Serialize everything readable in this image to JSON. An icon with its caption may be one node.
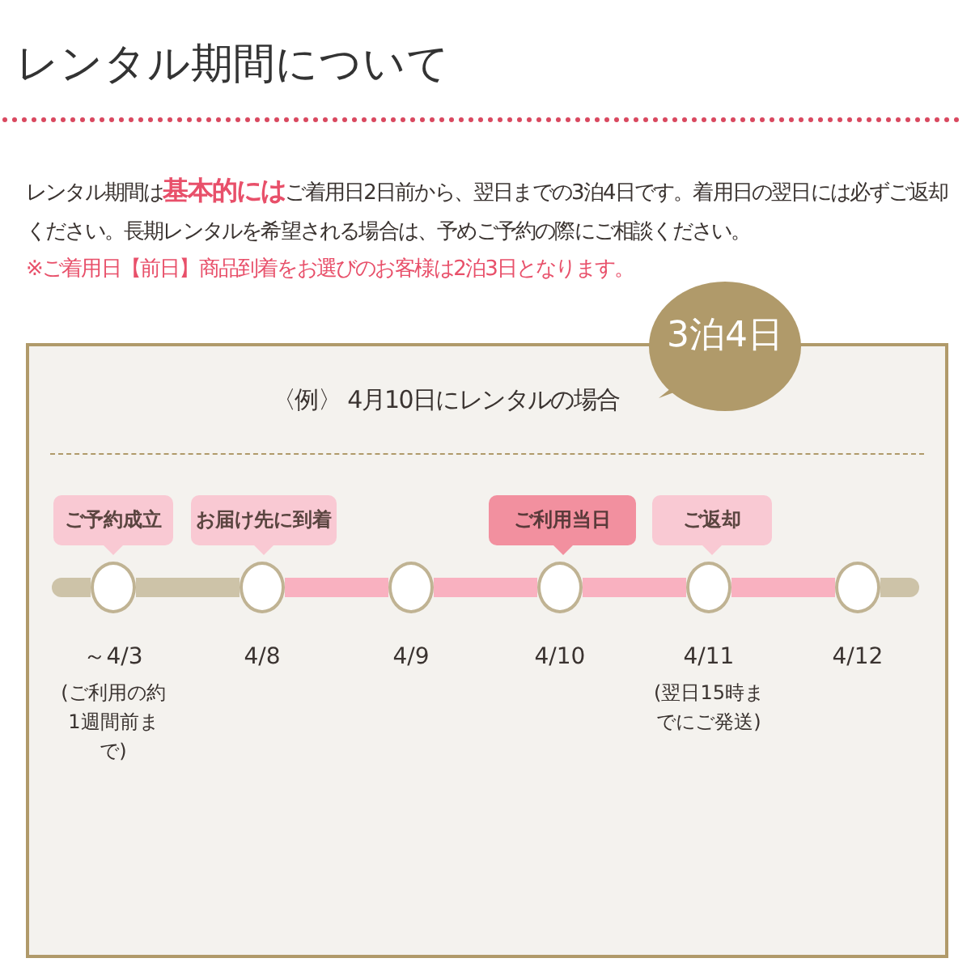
{
  "diagram": {
    "title": "レンタル期間について",
    "nodes": [
      {
        "text": [
          "〈例〉 4月10日にレンタルの場合"
        ]
      },
      {
        "text": [
          "3泊4日"
        ]
      },
      {
        "text": [
          "ご予約成立"
        ],
        "in": 0
      },
      {
        "text": [
          "お届け先に到着"
        ],
        "in": 0
      },
      {
        "text": [
          "ご利用当日"
        ],
        "in": 0
      },
      {
        "text": [
          "ご返却"
        ],
        "in": 0
      },
      {
        "text": [],
        "shape": "circle",
        "in": 0,
        "beside": [
          "～4/3",
          "(ご利用の約1週間前まで)"
        ]
      },
      {
        "text": [],
        "shape": "circle",
        "in": 0,
        "beside": [
          "4/8"
        ]
      },
      {
        "text": [],
        "shape": "circle",
        "in": 0,
        "beside": [
          "4/9"
        ]
      },
      {
        "text": [],
        "shape": "circle",
        "in": 0,
        "beside": [
          "4/10"
        ]
      },
      {
        "text": [],
        "shape": "circle",
        "in": 0,
        "beside": [
          "4/11",
          "(翌日15時までにご発送)"
        ]
      },
      {
        "text": [],
        "shape": "circle",
        "in": 0,
        "beside": [
          "4/12"
        ]
      }
    ],
    "edges": [
      {
        "from": 6,
        "to": 7,
        "arrow": "none",
        "color": "#cdc3a8"
      },
      {
        "from": 7,
        "to": 8,
        "arrow": "none"
      },
      {
        "from": 8,
        "to": 9,
        "arrow": "none"
      },
      {
        "from": 9,
        "to": 10,
        "arrow": "none"
      },
      {
        "from": 10,
        "to": 11,
        "arrow": "none"
      }
    ],
    "labels": [
      "レンタル期間は**基本的には**ご着用日2日前から、翌日までの3泊4日です。着用日の翌日には必ずご返却ください。長期レンタルを希望される場合は、予めご予約の際にご相談ください。",
      "※ご着用日【前日】商品到着をお選びのお客様は2泊3日となります。"
    ]
  }
}
